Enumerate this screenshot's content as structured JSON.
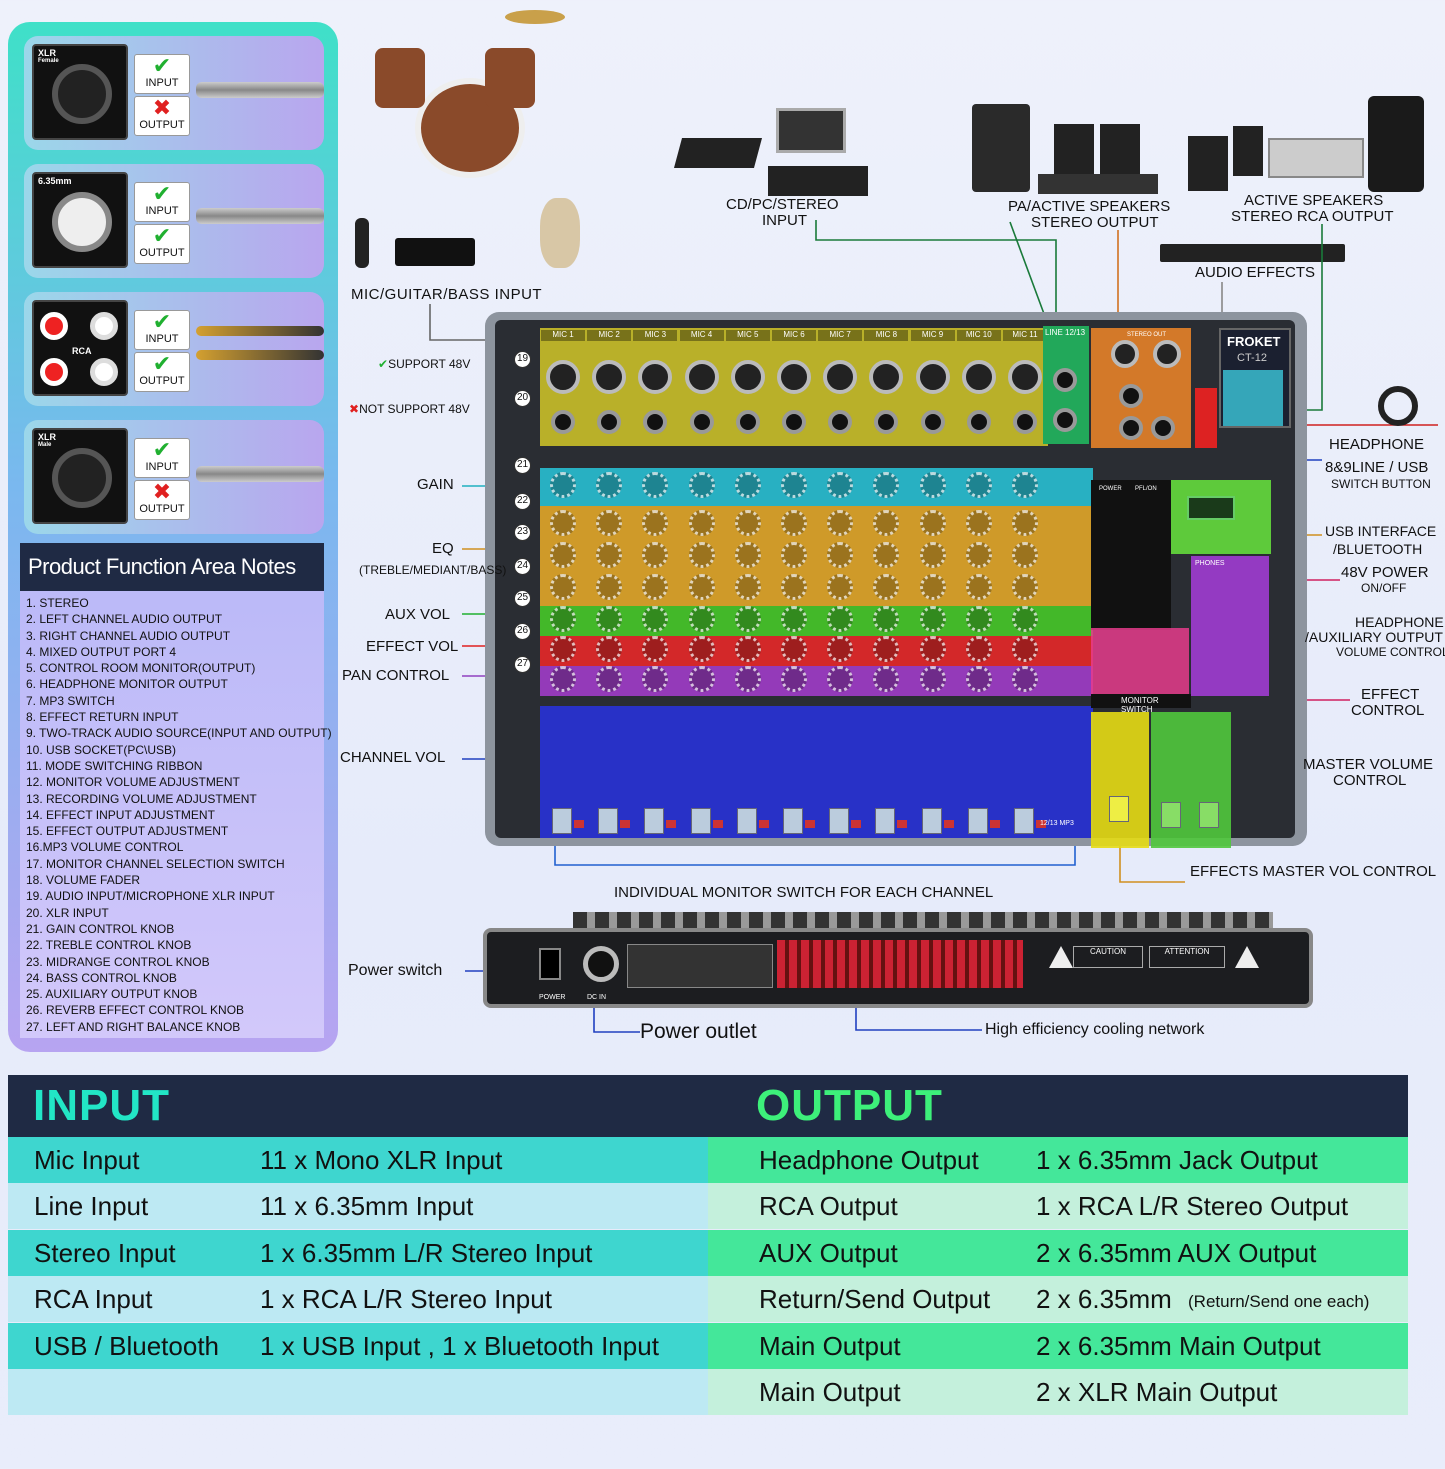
{
  "left_panel": {
    "connectors": [
      {
        "tag": "XLR",
        "sub": "Female",
        "input": "INPUT",
        "output": "OUTPUT",
        "input_ok": true,
        "output_ok": false
      },
      {
        "tag": "6.35mm",
        "sub": "",
        "input": "INPUT",
        "output": "OUTPUT",
        "input_ok": true,
        "output_ok": true
      },
      {
        "tag": "RCA",
        "sub": "",
        "input": "INPUT",
        "output": "OUTPUT",
        "input_ok": true,
        "output_ok": true
      },
      {
        "tag": "XLR",
        "sub": "Male",
        "input": "INPUT",
        "output": "OUTPUT",
        "input_ok": true,
        "output_ok": false
      }
    ],
    "notes_title": "Product Function Area Notes",
    "notes": [
      "1. STEREO",
      "2. LEFT CHANNEL AUDIO OUTPUT",
      "3. RIGHT CHANNEL AUDIO OUTPUT",
      "4. MIXED OUTPUT PORT 4",
      "5. CONTROL ROOM MONITOR(OUTPUT)",
      "6. HEADPHONE MONITOR OUTPUT",
      "7. MP3 SWITCH",
      "8. EFFECT RETURN INPUT",
      "9. TWO-TRACK AUDIO SOURCE(INPUT AND OUTPUT)",
      "10. USB SOCKET(PC\\USB)",
      "11. MODE SWITCHING RIBBON",
      "12. MONITOR VOLUME ADJUSTMENT",
      "13. RECORDING VOLUME ADJUSTMENT",
      "14. EFFECT INPUT ADJUSTMENT",
      "15. EFFECT OUTPUT ADJUSTMENT",
      "16.MP3 VOLUME CONTROL",
      "17. MONITOR CHANNEL SELECTION SWITCH",
      "18. VOLUME FADER",
      "19. AUDIO INPUT/MICROPHONE XLR INPUT",
      "20. XLR INPUT",
      "21. GAIN CONTROL KNOB",
      "22. TREBLE CONTROL KNOB",
      "23. MIDRANGE CONTROL KNOB",
      "24. BASS CONTROL KNOB",
      "25. AUXILIARY OUTPUT KNOB",
      "26. REVERB EFFECT CONTROL KNOB",
      "27. LEFT AND RIGHT BALANCE KNOB"
    ]
  },
  "top_labels": {
    "mic": "MIC/GUITAR/BASS INPUT",
    "cd_1": "CD/PC/STEREO",
    "cd_2": "INPUT",
    "pa_1": "PA/ACTIVE SPEAKERS",
    "pa_2": "STEREO OUTPUT",
    "active_1": "ACTIVE SPEAKERS",
    "active_2": "STEREO RCA OUTPUT",
    "effects": "AUDIO EFFECTS"
  },
  "left_callouts": {
    "support48": "SUPPORT 48V",
    "notsupport48": "NOT SUPPORT 48V",
    "gain": "GAIN",
    "eq": "EQ",
    "eq_sub": "(TREBLE/MEDIANT/BASS)",
    "aux": "AUX VOL",
    "effect": "EFFECT VOL",
    "pan": "PAN CONTROL",
    "channel": "CHANNEL VOL"
  },
  "right_callouts": {
    "headphone": "HEADPHONE",
    "line_usb": "8&9LINE / USB",
    "switch_button": "SWITCH BUTTON",
    "usb_1": "USB INTERFACE",
    "usb_2": "/BLUETOOTH",
    "power48_1": "48V POWER",
    "power48_2": "ON/OFF",
    "hp_aux_1": "HEADPHONE",
    "hp_aux_2": "/AUXILIARY OUTPUT",
    "hp_aux_3": "VOLUME CONTROL",
    "effect_1": "EFFECT",
    "effect_2": "CONTROL",
    "master_1": "MASTER VOLUME",
    "master_2": "CONTROL",
    "effects_master": "EFFECTS MASTER VOL CONTROL"
  },
  "bottom_labels": {
    "monitor_switch": "INDIVIDUAL MONITOR SWITCH FOR EACH CHANNEL",
    "power_switch": "Power switch",
    "power_outlet": "Power outlet",
    "cooling": "High efficiency cooling network"
  },
  "mixer": {
    "brand": "FROKET",
    "model": "CT-12",
    "channels": [
      "MIC 1",
      "MIC 2",
      "MIC 3",
      "MIC 4",
      "MIC 5",
      "MIC 6",
      "MIC 7",
      "MIC 8",
      "MIC 9",
      "MIC 10",
      "MIC 11"
    ],
    "line_label": "LINE 12/13",
    "stereo_out": "STEREO OUT",
    "phones": "PHONES",
    "monitor_switch": "MONITOR SWITCH",
    "power_lbl": "POWER",
    "pfl_lbl": "PFL/ON",
    "mp3": "12/13 MP3",
    "rear_caution": "CAUTION",
    "rear_attention": "ATTENTION",
    "rear_power": "POWER",
    "rear_dcin": "DC IN"
  },
  "spec": {
    "input_title": "INPUT",
    "output_title": "OUTPUT",
    "input_title_color": "#22e6c6",
    "output_title_color": "#3df07a",
    "input_rows": [
      {
        "name": "Mic Input",
        "value": "11 x Mono XLR Input"
      },
      {
        "name": "Line Input",
        "value": "11 x 6.35mm Input"
      },
      {
        "name": "Stereo Input",
        "value": "1 x 6.35mm L/R Stereo Input"
      },
      {
        "name": "RCA Input",
        "value": "1 x RCA L/R Stereo Input"
      },
      {
        "name": "USB / Bluetooth",
        "value": "1 x USB Input , 1 x Bluetooth Input"
      },
      {
        "name": "",
        "value": ""
      }
    ],
    "output_rows": [
      {
        "name": "Headphone Output",
        "value": "1 x 6.35mm Jack Output",
        "note": ""
      },
      {
        "name": "RCA Output",
        "value": "1 x RCA L/R Stereo Output",
        "note": ""
      },
      {
        "name": "AUX Output",
        "value": "2 x 6.35mm AUX Output",
        "note": ""
      },
      {
        "name": "Return/Send Output",
        "value": "2 x 6.35mm",
        "note": "(Return/Send one each)"
      },
      {
        "name": "Main Output",
        "value": "2 x 6.35mm Main Output",
        "note": ""
      },
      {
        "name": "Main Output",
        "value": "2 x XLR Main Output",
        "note": ""
      }
    ]
  }
}
